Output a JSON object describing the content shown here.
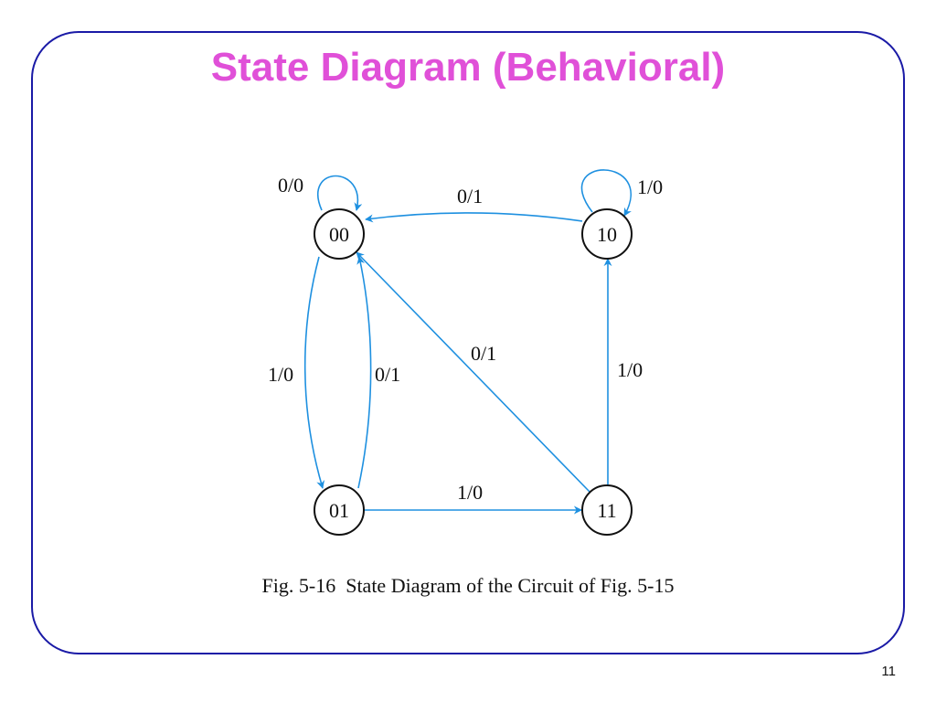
{
  "slide": {
    "title": "State Diagram (Behavioral)",
    "caption": "Fig. 5-16  State Diagram of the Circuit of Fig. 5-15",
    "page_number": "11"
  },
  "colors": {
    "title": "#e050d8",
    "frame": "#1a1aa6",
    "edge": "#1e90e0",
    "node_stroke": "#111111"
  },
  "diagram": {
    "states": [
      {
        "id": "s00",
        "label": "00"
      },
      {
        "id": "s10",
        "label": "10"
      },
      {
        "id": "s01",
        "label": "01"
      },
      {
        "id": "s11",
        "label": "11"
      }
    ],
    "transitions": [
      {
        "id": "t00_self",
        "from": "00",
        "to": "00",
        "label": "0/0"
      },
      {
        "id": "t10_00",
        "from": "10",
        "to": "00",
        "label": "0/1"
      },
      {
        "id": "t10_self",
        "from": "10",
        "to": "10",
        "label": "1/0"
      },
      {
        "id": "t00_01",
        "from": "00",
        "to": "01",
        "label": "1/0"
      },
      {
        "id": "t01_00",
        "from": "01",
        "to": "00",
        "label": "0/1"
      },
      {
        "id": "t11_00",
        "from": "11",
        "to": "00",
        "label": "0/1"
      },
      {
        "id": "t11_10",
        "from": "11",
        "to": "10",
        "label": "1/0"
      },
      {
        "id": "t01_11",
        "from": "01",
        "to": "11",
        "label": "1/0"
      }
    ]
  }
}
